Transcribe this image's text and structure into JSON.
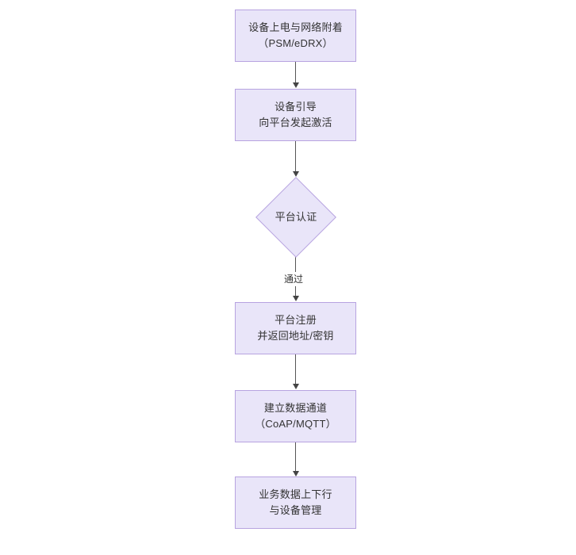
{
  "diagram": {
    "type": "flowchart",
    "orientation": "top-to-bottom",
    "title": "",
    "colors": {
      "node_fill": "#e9e5f9",
      "node_border": "#b7a3e0",
      "text": "#333333",
      "edge": "#555555",
      "background": "#ffffff"
    },
    "nodes": [
      {
        "id": "power-on",
        "shape": "rectangle",
        "lines": [
          "设备上电与网络附着",
          "（PSM/eDRX）"
        ]
      },
      {
        "id": "bootstrap",
        "shape": "rectangle",
        "lines": [
          "设备引导",
          "向平台发起激活"
        ]
      },
      {
        "id": "platform-auth",
        "shape": "diamond",
        "lines": [
          "平台认证"
        ]
      },
      {
        "id": "platform-register",
        "shape": "rectangle",
        "lines": [
          "平台注册",
          "并返回地址/密钥"
        ]
      },
      {
        "id": "data-channel",
        "shape": "rectangle",
        "lines": [
          "建立数据通道",
          "（CoAP/MQTT）"
        ]
      },
      {
        "id": "business-data",
        "shape": "rectangle",
        "lines": [
          "业务数据上下行",
          "与设备管理"
        ]
      }
    ],
    "edges": [
      {
        "from": "power-on",
        "to": "bootstrap",
        "label": ""
      },
      {
        "from": "bootstrap",
        "to": "platform-auth",
        "label": ""
      },
      {
        "from": "platform-auth",
        "to": "platform-register",
        "label": "通过"
      },
      {
        "from": "platform-register",
        "to": "data-channel",
        "label": ""
      },
      {
        "from": "data-channel",
        "to": "business-data",
        "label": ""
      }
    ]
  }
}
